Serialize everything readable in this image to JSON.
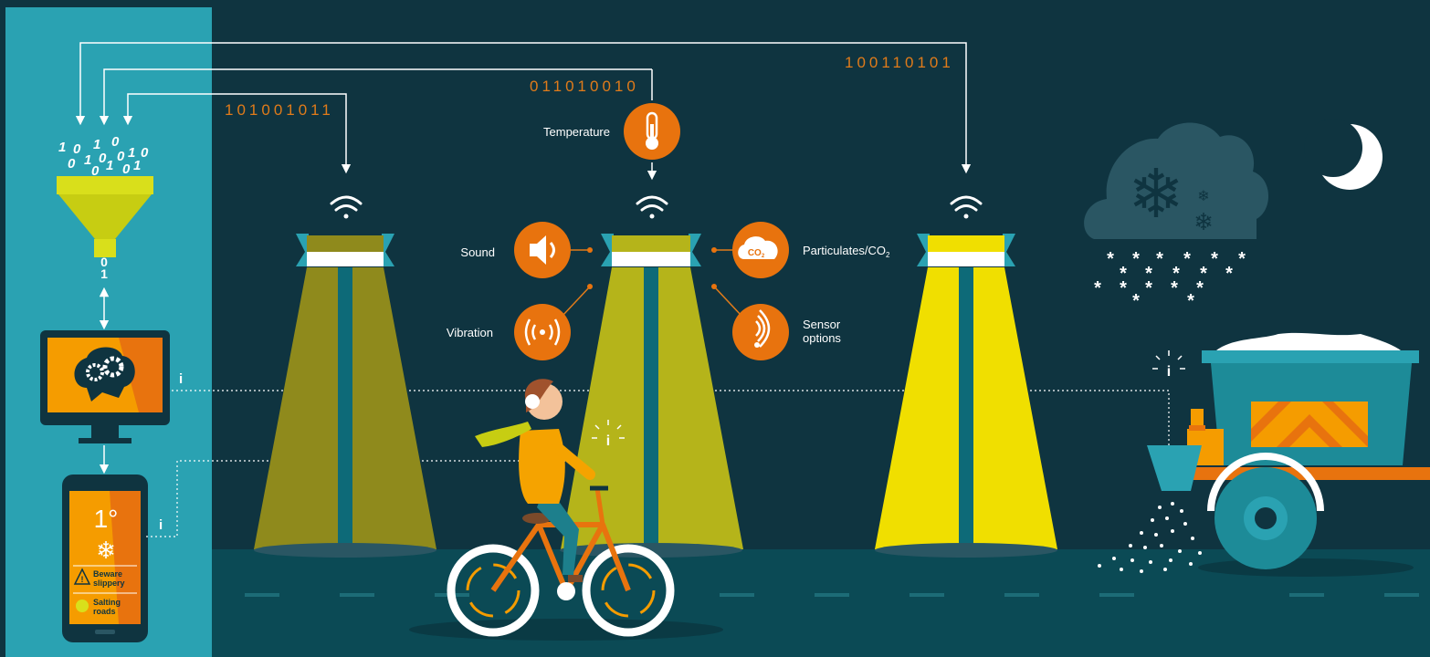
{
  "colors": {
    "background": "#0f3440",
    "left_panel": "#2aa2b2",
    "accent_orange": "#e8730e",
    "beam_dim": "#8f8a1c",
    "beam_mid": "#b5b41a",
    "beam_bright": "#f0df00",
    "road": "#0b4a55"
  },
  "data_streams": {
    "left": "101001011",
    "middle": "011010010",
    "right": "100110101"
  },
  "funnel_digits": [
    "1",
    "0",
    "1",
    "0",
    "1",
    "0",
    "0",
    "1",
    "0",
    "1",
    "0",
    "0",
    "1",
    "0"
  ],
  "funnel_output": [
    "0",
    "1"
  ],
  "sensors": {
    "temperature": "Temperature",
    "sound": "Sound",
    "vibration": "Vibration",
    "particulates": "Particulates/CO",
    "particulates_sub": "2",
    "co2_badge": "CO",
    "co2_badge_sub": "2",
    "options_line1": "Sensor",
    "options_line2": "options"
  },
  "phone": {
    "temperature": "1°",
    "alert1_line1": "Beware",
    "alert1_line2": "slippery",
    "alert2_line1": "Salting",
    "alert2_line2": "roads"
  },
  "info_glyph": "i",
  "icons": [
    "wifi-icon",
    "thermometer-icon",
    "speaker-icon",
    "vibration-icon",
    "co2-icon",
    "sensor-options-icon",
    "snowflake-icon",
    "moon-icon",
    "gears-icon",
    "warning-icon"
  ]
}
